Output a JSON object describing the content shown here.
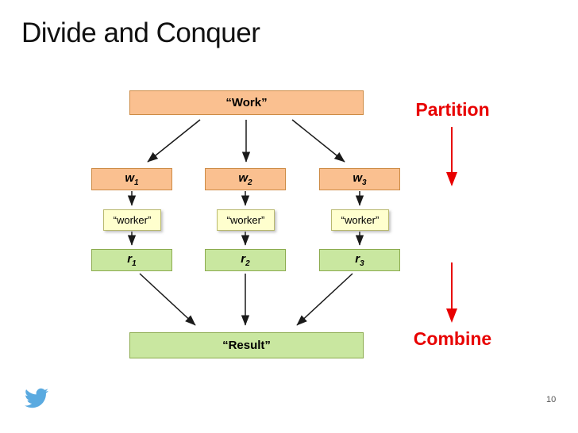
{
  "slide": {
    "title": "Divide and Conquer",
    "page_number": "10"
  },
  "labels": {
    "work": "“Work”",
    "result": "“Result”",
    "partition": "Partition",
    "combine": "Combine"
  },
  "columns": [
    {
      "w_base": "w",
      "w_sub": "1",
      "worker": "“worker”",
      "r_base": "r",
      "r_sub": "1"
    },
    {
      "w_base": "w",
      "w_sub": "2",
      "worker": "“worker”",
      "r_base": "r",
      "r_sub": "2"
    },
    {
      "w_base": "w",
      "w_sub": "3",
      "worker": "“worker”",
      "r_base": "r",
      "r_sub": "3"
    }
  ],
  "icons": {
    "twitter": "twitter-bird"
  },
  "colors": {
    "box_orange_fill": "#fac090",
    "box_orange_border": "#cd8b45",
    "box_green_fill": "#c9e7a0",
    "box_green_border": "#8cab4f",
    "box_yellow_fill": "#ffffce",
    "box_yellow_border": "#b9b96e",
    "arrow_black": "#1a1a1a",
    "accent_red": "#e80000",
    "twitter_blue": "#5aaae0"
  }
}
